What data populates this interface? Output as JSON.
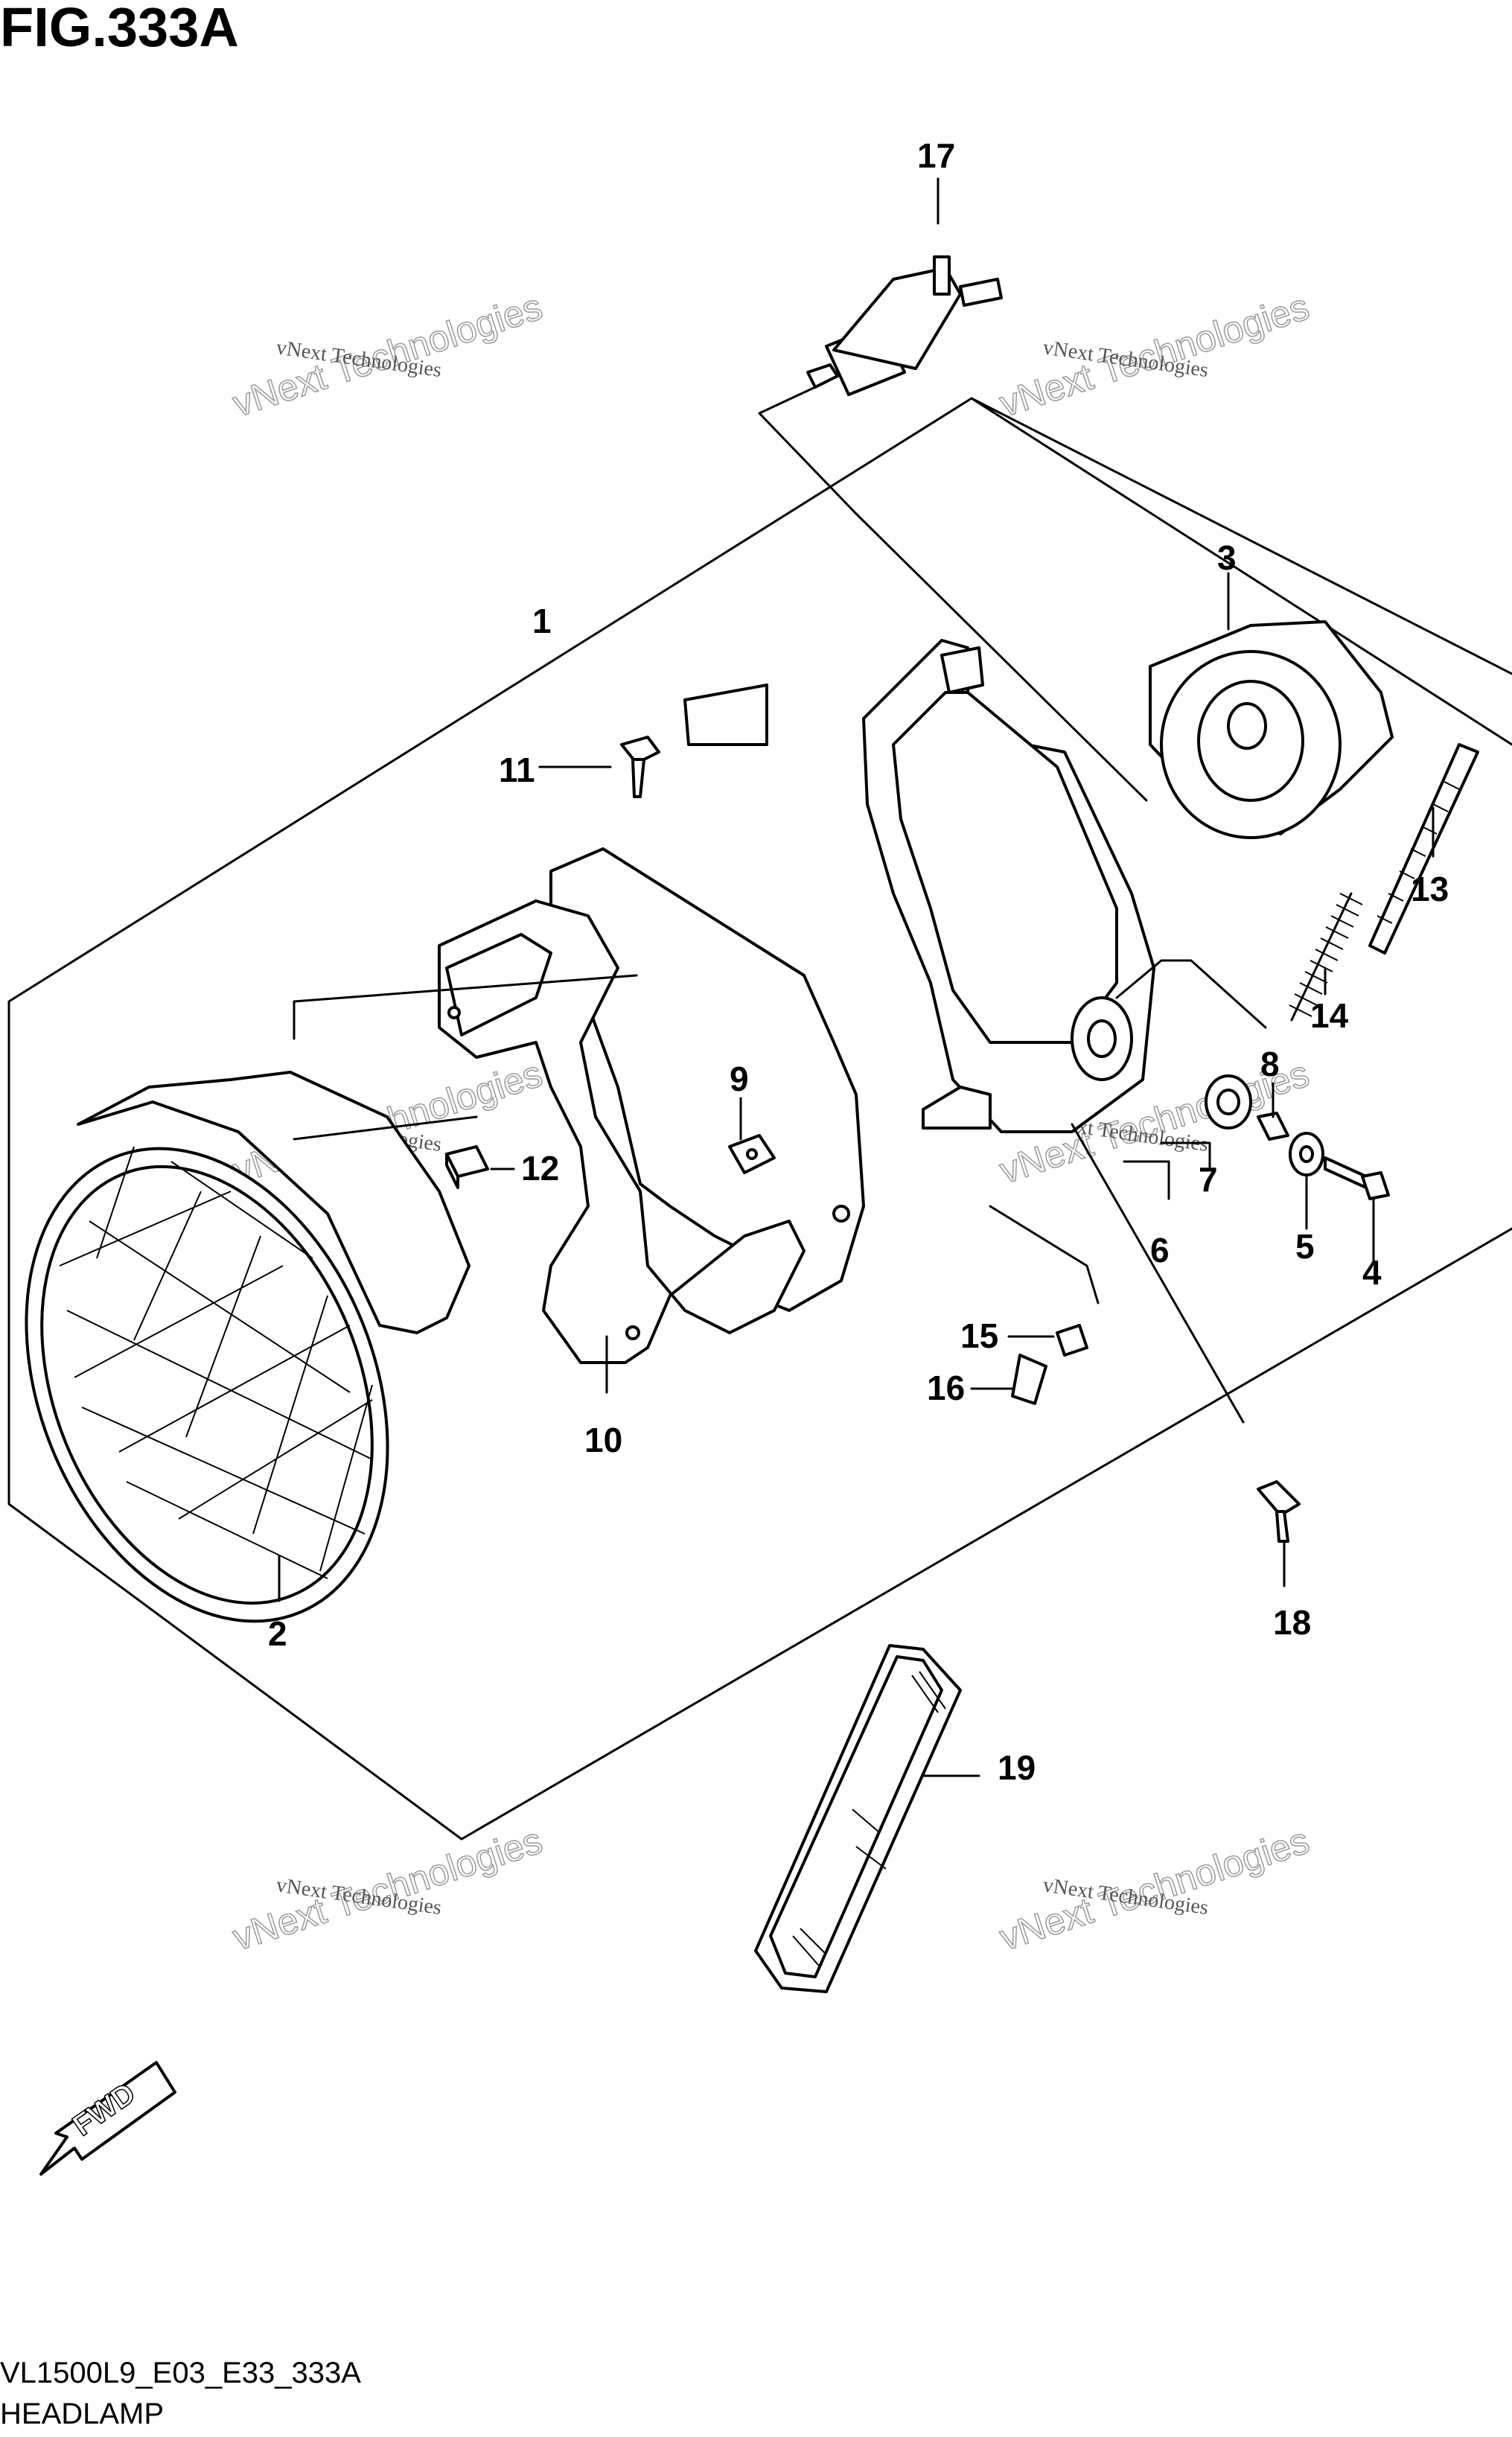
{
  "figure": {
    "title": "FIG.333A",
    "model_code": "VL1500L9_E03_E33_333A",
    "section_name": "HEADLAMP"
  },
  "direction_marker": {
    "label": "FWD",
    "icon": "fwd-arrow-icon"
  },
  "watermarks": [
    {
      "small": "vNext Technologies",
      "big": "vNext Technologies"
    },
    {
      "small": "vNext Technologies",
      "big": "vNext Technologies"
    },
    {
      "small": "vNext Technologies",
      "big": "vNext Technologies"
    },
    {
      "small": "vNext Technologies",
      "big": "vNext Technologies"
    },
    {
      "small": "vNext Technologies",
      "big": "vNext Technologies"
    },
    {
      "small": "vNext Technologies",
      "big": "vNext Technologies"
    }
  ],
  "callouts": [
    "1",
    "2",
    "3",
    "4",
    "5",
    "6",
    "7",
    "8",
    "9",
    "10",
    "11",
    "12",
    "13",
    "14",
    "15",
    "16",
    "17",
    "18",
    "19"
  ]
}
